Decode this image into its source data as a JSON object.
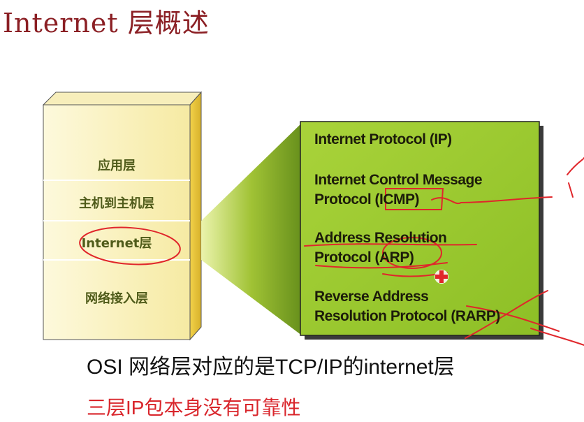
{
  "slide": {
    "title": "Internet 层概述",
    "layers": [
      {
        "label": "应用层"
      },
      {
        "label": "主机到主机层"
      },
      {
        "label": "Internet层"
      },
      {
        "label": "网络接入层"
      }
    ],
    "protocols": [
      {
        "line1": "Internet Protocol (IP)",
        "line2": ""
      },
      {
        "line1": "Internet Control Message",
        "line2": "Protocol (ICMP)"
      },
      {
        "line1": "Address Resolution",
        "line2": "Protocol (ARP)"
      },
      {
        "line1": "Reverse Address",
        "line2": "Resolution Protocol (RARP)"
      }
    ],
    "caption": "OSI 网络层对应的是TCP/IP的internet层",
    "note": "三层IP包本身没有可靠性"
  },
  "colors": {
    "title": "#8b1f24",
    "layer_fill": "#fbf4c4",
    "layer_side": "#e9c63a",
    "protocol_box": "#9ccc2e",
    "annotation": "#e0262b",
    "note": "#d9252b"
  }
}
